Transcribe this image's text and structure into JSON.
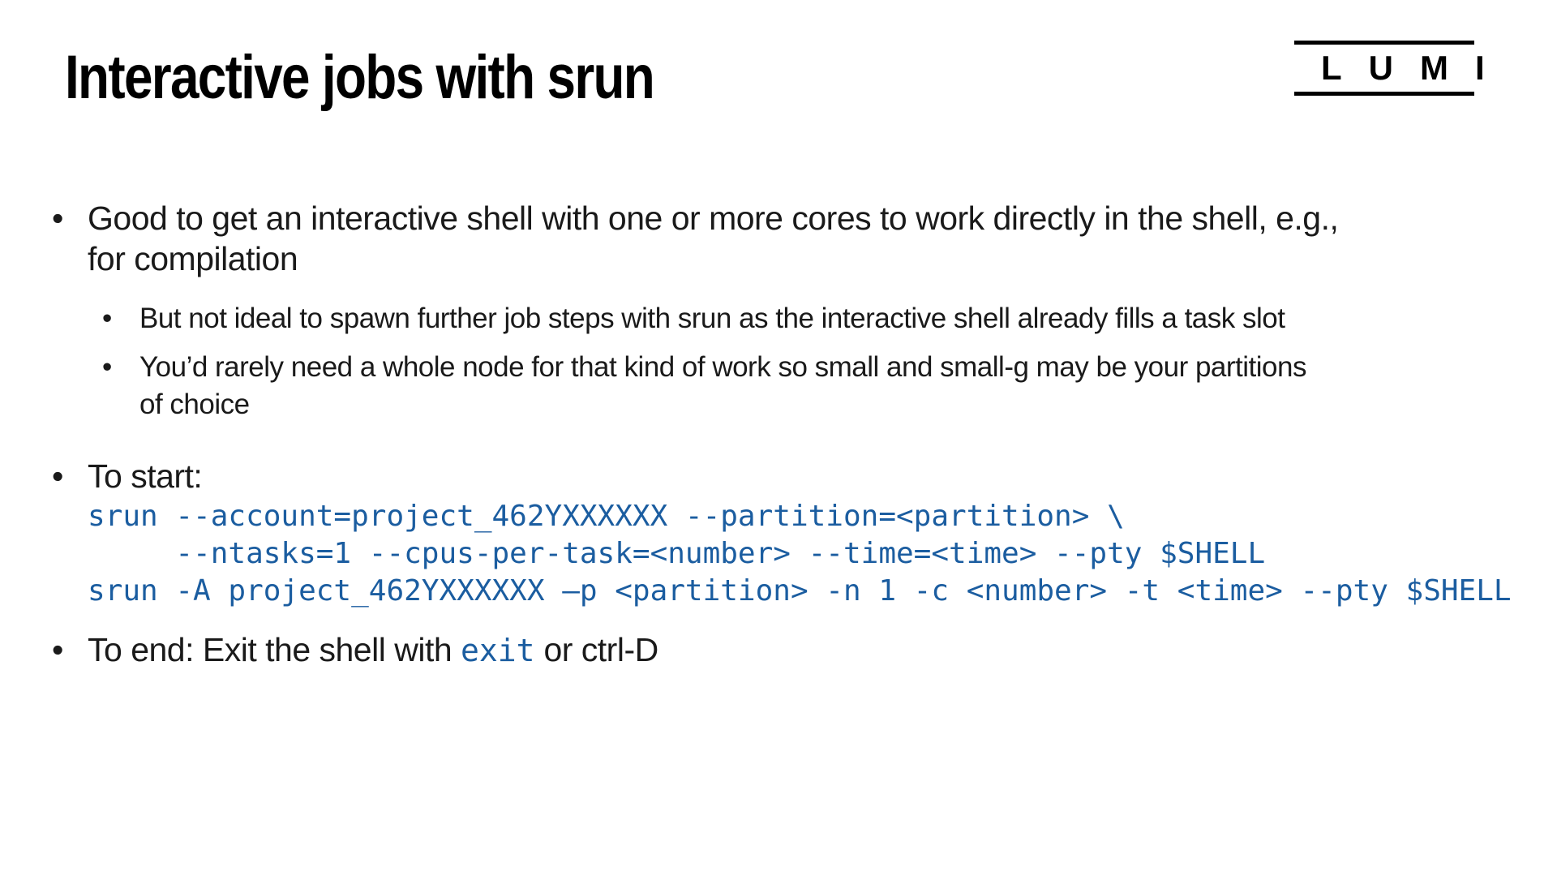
{
  "header": {
    "title": "Interactive jobs with srun",
    "logo_text": "LUMI"
  },
  "glyphs": {
    "bullet": "•"
  },
  "colors": {
    "code_blue": "#1b5da0",
    "text": "#1a1a1a",
    "background": "#ffffff"
  },
  "body": {
    "bullet_intro": "Good to get an interactive shell with one or more cores to work directly in the shell, e.g.,\nfor compilation",
    "sub_bullet_1": "But not ideal to spawn further job steps with srun as the interactive shell already fills a task slot",
    "sub_bullet_2": "You’d rarely need a whole node for that kind of work so small and small-g may be your partitions\nof choice",
    "bullet_start": "To start:",
    "code_block": "srun --account=project_462YXXXXXX --partition=<partition> \\\n     --ntasks=1 --cpus-per-task=<number> --time=<time> --pty $SHELL\nsrun -A project_462YXXXXXX –p <partition> -n 1 -c <number> -t <time> --pty $SHELL",
    "bullet_end": {
      "prefix": "To end: Exit the shell with ",
      "code": "exit",
      "suffix": " or ctrl-D"
    }
  }
}
